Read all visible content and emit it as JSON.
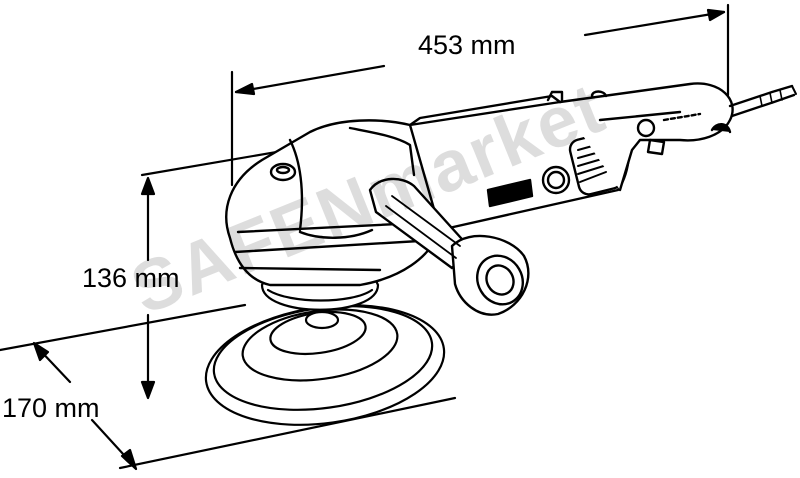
{
  "dimensions": {
    "length": "453 mm",
    "height": "136 mm",
    "width": "170 mm"
  },
  "watermark": "SAFENmarket",
  "icons": [
    "polisher-drawing-icon",
    "dimension-arrow-icon"
  ],
  "colors": {
    "line": "#000000",
    "background": "#ffffff"
  }
}
